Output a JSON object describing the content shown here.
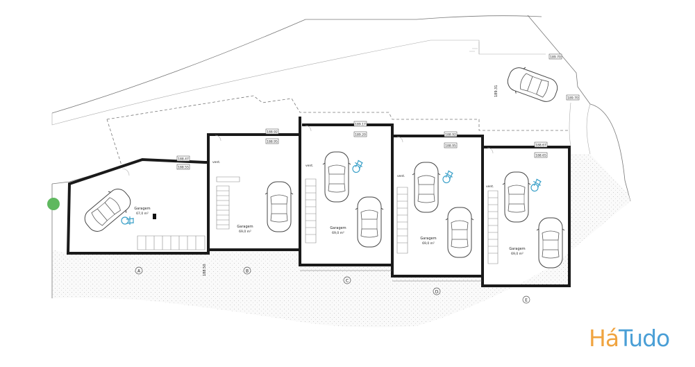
{
  "units": [
    {
      "id": "A",
      "label": "A",
      "room": "Garagem",
      "area": "67,0 m²"
    },
    {
      "id": "B",
      "label": "B",
      "room": "Garagem",
      "area": "69,0 m²"
    },
    {
      "id": "C",
      "label": "C",
      "room": "Garagem",
      "area": "69,0 m²"
    },
    {
      "id": "D",
      "label": "D",
      "room": "Garagem",
      "area": "69,0 m²"
    },
    {
      "id": "E",
      "label": "E",
      "room": "Garagem",
      "area": "69,0 m²"
    }
  ],
  "levels": {
    "top_right_1": "189.70",
    "top_right_2": "189.70",
    "vertical_1": "189.31",
    "a_top": "188.47",
    "a_bottom": "188.55",
    "b_top": "188.92",
    "b_bottom": "188.95",
    "c_top": "189.17",
    "c_bottom": "189.20",
    "d_top": "188.92",
    "d_bottom": "188.95",
    "e_top": "188.67",
    "e_bottom": "188.65",
    "left_vertical": "188.50"
  },
  "vent_label": "vent.",
  "logo": {
    "part1": "Há",
    "part2": "Tudo"
  },
  "colors": {
    "wall": "#1a1a1a",
    "wheelchair": "#3aa0c8",
    "logo_orange": "#f0a440",
    "logo_blue": "#4a9fd6",
    "tree": "#5fb85f"
  }
}
